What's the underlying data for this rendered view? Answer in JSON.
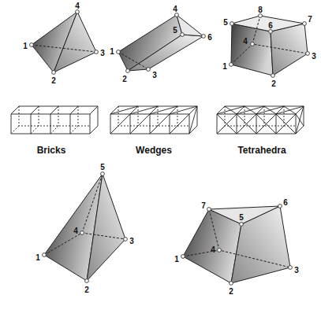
{
  "diagram": {
    "labels": [
      "4",
      "1",
      "3",
      "2",
      "4",
      "1",
      "5",
      "6",
      "2",
      "3",
      "5",
      "8",
      "7",
      "4",
      "6",
      "3",
      "1",
      "2",
      "Bricks",
      "Wedges",
      "Tetrahedra",
      "5",
      "4",
      "3",
      "1",
      "2",
      "7",
      "6",
      "5",
      "4",
      "1",
      "3",
      "2"
    ]
  }
}
